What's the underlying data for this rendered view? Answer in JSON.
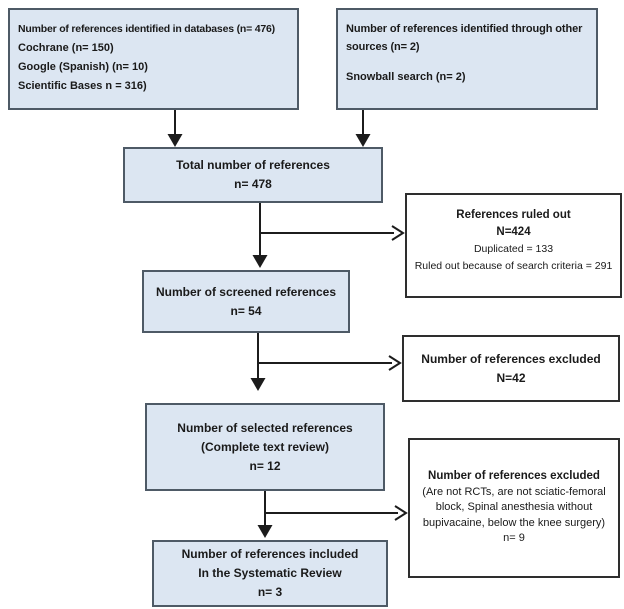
{
  "colors": {
    "box_fill_blue": "#dce6f2",
    "box_border_blue": "#4e5a66",
    "box_border_white": "#2e2e2e",
    "arrow": "#1c1c1c",
    "background": "#ffffff"
  },
  "boxes": {
    "identified_databases": {
      "title": "Number of references identified in databases (n= 476)",
      "items": [
        "Cochrane (n= 150)",
        "Google (Spanish) (n= 10)",
        "Scientific Bases n =  316)"
      ]
    },
    "identified_other": {
      "title_line1": "Number of references identified through other",
      "title_line2": "sources (n= 2)",
      "item": "Snowball search (n= 2)"
    },
    "total": {
      "line1": "Total number of references",
      "line2": "n= 478"
    },
    "ruled_out": {
      "line1": "References ruled out",
      "line2": "N=424",
      "line3": "Duplicated = 133",
      "line4": "Ruled out because of search criteria = 291"
    },
    "screened": {
      "line1": "Number of screened references",
      "line2": "n= 54"
    },
    "excluded_42": {
      "line1": "Number of references excluded",
      "line2": "N=42"
    },
    "selected": {
      "line1": "Number of selected references",
      "line2": "(Complete text review)",
      "line3": "n= 12"
    },
    "excluded_9": {
      "line1": "Number of references excluded",
      "body": "(Are not RCTs, are not sciatic-femoral block, Spinal anesthesia without bupivacaine, below the knee surgery)",
      "line3": "n= 9"
    },
    "included": {
      "line1": "Number of references included",
      "line2": "In the Systematic Review",
      "line3": "n= 3"
    }
  }
}
